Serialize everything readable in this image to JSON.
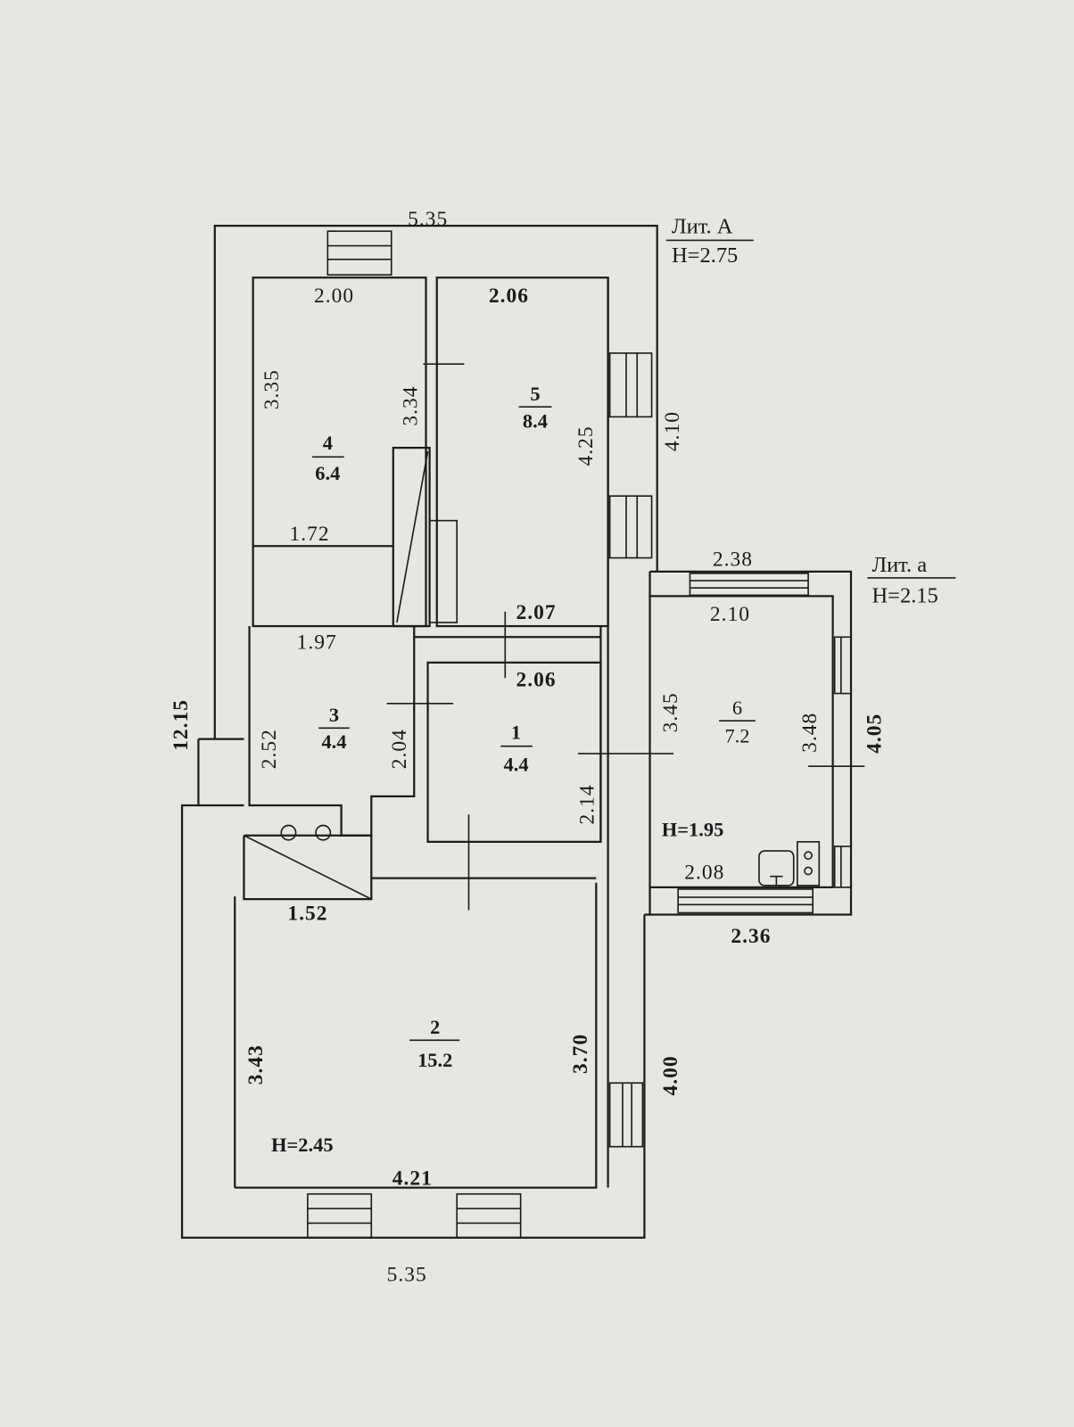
{
  "litera": [
    {
      "name": "Лит. А",
      "height": "H=2.75"
    },
    {
      "name": "Лит. а",
      "height": "H=2.15"
    }
  ],
  "rooms": [
    {
      "number": "1",
      "area": "4.4"
    },
    {
      "number": "2",
      "area": "15.2"
    },
    {
      "number": "3",
      "area": "4.4"
    },
    {
      "number": "4",
      "area": "6.4"
    },
    {
      "number": "5",
      "area": "8.4"
    },
    {
      "number": "6",
      "area": "7.2"
    }
  ],
  "heights": {
    "room2": "H=2.45",
    "room6": "H=1.95"
  },
  "dimensions": {
    "outer_top": "5.35",
    "outer_bottom": "5.35",
    "outer_left": "12.15",
    "right_upper": "4.10",
    "right_lower": "4.00",
    "r4_top": "2.00",
    "r4_left": "3.35",
    "r4_right": "3.34",
    "r4_bottom": "1.72",
    "r5_top": "2.06",
    "r5_right": "4.25",
    "r5_bottom": "2.07",
    "r3_top": "1.97",
    "r3_left": "2.52",
    "r3_right": "2.04",
    "r3_bottom": "1.52",
    "r1_top": "2.06",
    "r1_right": "2.14",
    "r2_left": "3.43",
    "r2_right": "3.70",
    "r2_bottom": "4.21",
    "r6_outer_top": "2.38",
    "r6_top": "2.10",
    "r6_left": "3.45",
    "r6_right": "3.48",
    "r6_outer_right": "4.05",
    "r6_bottom": "2.08",
    "r6_outer_bottom": "2.36"
  }
}
